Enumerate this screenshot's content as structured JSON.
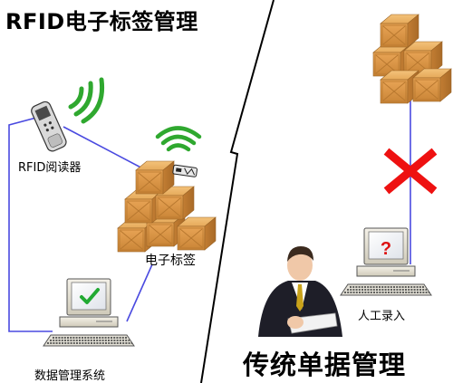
{
  "left_panel": {
    "title": "RFID电子标签管理",
    "reader_label": "RFID阅读器",
    "tag_label": "电子标签",
    "system_label": "数据管理系统"
  },
  "right_panel": {
    "title": "传统单据管理",
    "manual_label": "人工录入"
  },
  "colors": {
    "background": "#ffffff",
    "divider": "#000000",
    "connector": "#4a4ae0",
    "signal_waves": "#2fa82f",
    "crate": "#e0a050",
    "cross_mark": "#ee1111",
    "check_mark": "#22aa33",
    "question_mark": "#dd1111"
  },
  "icons": [
    "rfid-reader-icon",
    "wifi-signal-icon",
    "crate-stack-icon",
    "rfid-tag-icon",
    "computer-check-icon",
    "computer-question-icon",
    "cross-icon",
    "businessman-icon"
  ]
}
